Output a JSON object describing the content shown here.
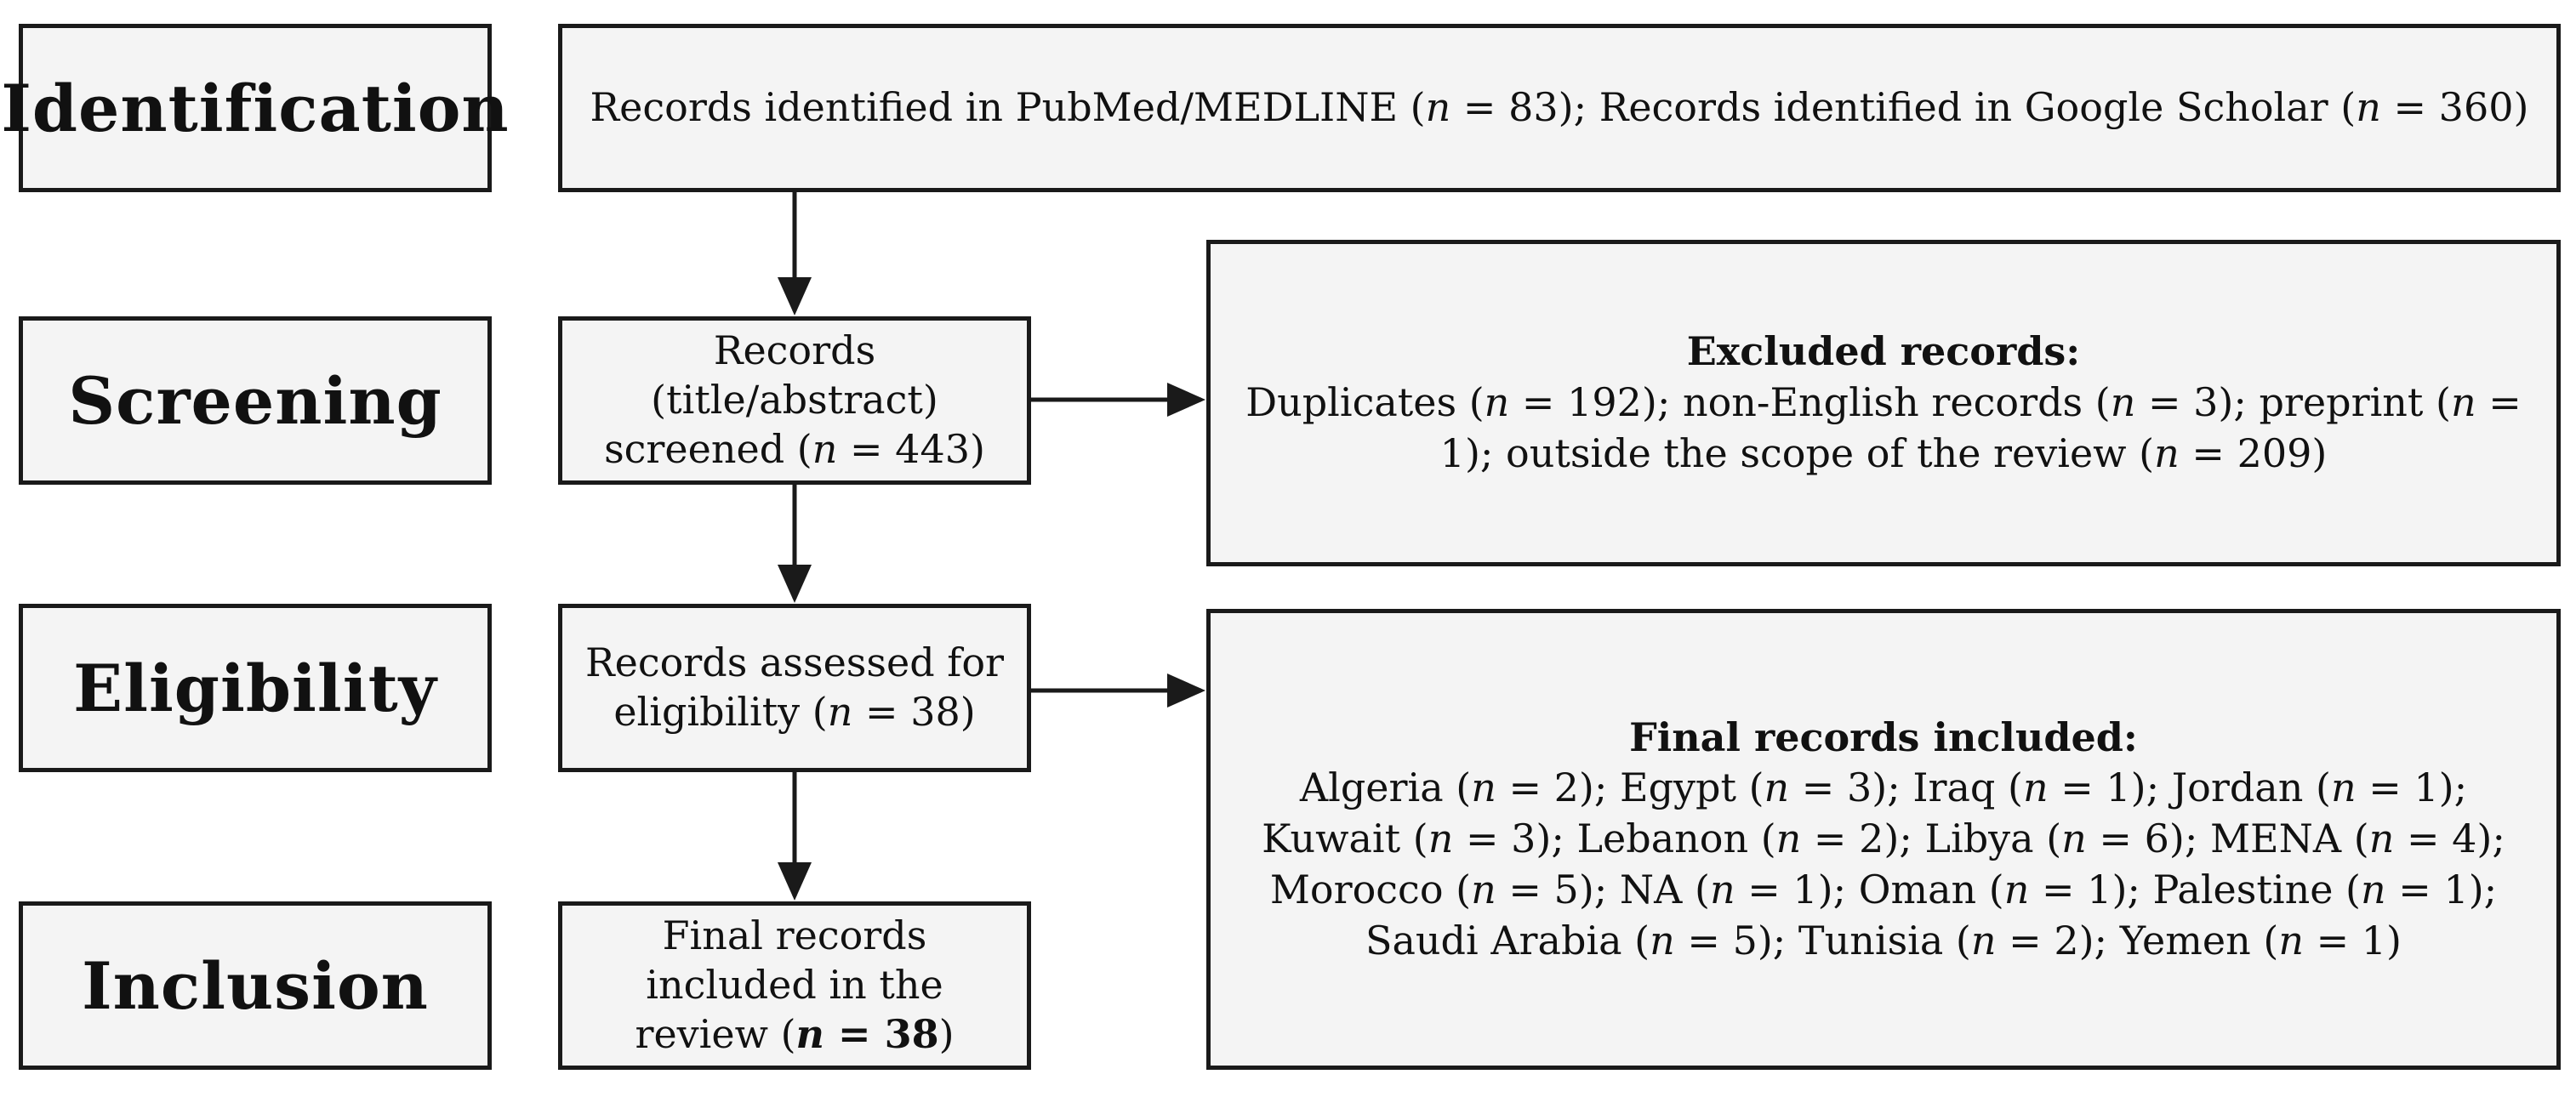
{
  "stages": {
    "identification": "Identification",
    "screening": "Screening",
    "eligibility": "Eligibility",
    "inclusion": "Inclusion"
  },
  "boxes": {
    "identified": {
      "pubmed_prefix": "Records identified in PubMed/MEDLINE (",
      "pubmed_count": "83",
      "scholar_prefix": "); Records identified in Google Scholar (",
      "scholar_count": "360",
      "suffix": ")"
    },
    "screened": {
      "prefix": "Records (title/abstract) screened (",
      "count": "443",
      "suffix": ")"
    },
    "excluded": {
      "title": "Excluded records:",
      "duplicates_label": "Duplicates (",
      "duplicates_count": "192",
      "non_english_label": "); non-English records (",
      "non_english_count": "3",
      "preprint_label": "); preprint (",
      "preprint_count": "1",
      "scope_label": "); outside the scope of the review (",
      "scope_count": "209",
      "suffix": ")"
    },
    "assessed": {
      "prefix": "Records assessed for eligibility (",
      "count": "38",
      "suffix": ")"
    },
    "included_total": {
      "prefix": "Final records included in the review (",
      "count": "38",
      "suffix": ")"
    },
    "final_included": {
      "title": "Final records included:",
      "countries": [
        {
          "name": "Algeria",
          "n": "2"
        },
        {
          "name": "Egypt",
          "n": "3"
        },
        {
          "name": "Iraq",
          "n": "1"
        },
        {
          "name": "Jordan",
          "n": "1"
        },
        {
          "name": "Kuwait",
          "n": "3"
        },
        {
          "name": "Lebanon",
          "n": "2"
        },
        {
          "name": "Libya",
          "n": "6"
        },
        {
          "name": "MENA",
          "n": "4"
        },
        {
          "name": "Morocco",
          "n": "5"
        },
        {
          "name": "NA",
          "n": "1"
        },
        {
          "name": "Oman",
          "n": "1"
        },
        {
          "name": "Palestine",
          "n": "1"
        },
        {
          "name": "Saudi Arabia",
          "n": "5"
        },
        {
          "name": "Tunisia",
          "n": "2"
        },
        {
          "name": "Yemen",
          "n": "1"
        }
      ]
    }
  },
  "n_symbol": "n",
  "eq": " = "
}
